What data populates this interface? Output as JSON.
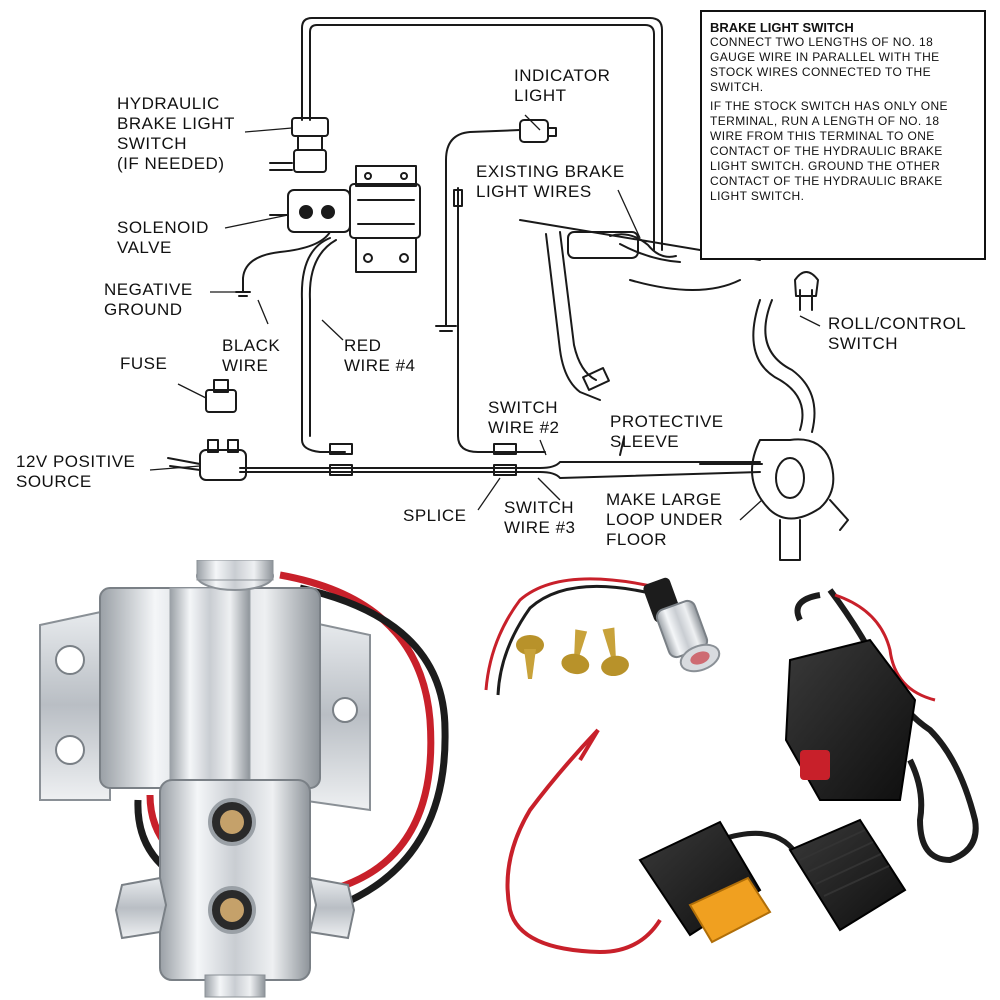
{
  "diagram": {
    "labels": {
      "hydraulic_switch": "HYDRAULIC\nBRAKE LIGHT\nSWITCH\n(IF NEEDED)",
      "solenoid_valve": "SOLENOID\nVALVE",
      "negative_ground": "NEGATIVE\nGROUND",
      "black_wire": "BLACK\nWIRE",
      "red_wire": "RED\nWIRE #4",
      "fuse": "FUSE",
      "positive_source": "12V POSITIVE\nSOURCE",
      "splice": "SPLICE",
      "indicator_light": "INDICATOR\nLIGHT",
      "existing_brake_wires": "EXISTING BRAKE\nLIGHT WIRES",
      "switch_wire_2": "SWITCH\nWIRE #2",
      "switch_wire_3": "SWITCH\nWIRE #3",
      "protective_sleeve": "PROTECTIVE\nSLEEVE",
      "make_large_loop": "MAKE LARGE\nLOOP UNDER\nFLOOR",
      "roll_control_switch": "ROLL/CONTROL\nSWITCH"
    },
    "note": {
      "title": "BRAKE LIGHT SWITCH",
      "paragraph_1": "CONNECT TWO LENGTHS OF NO. 18 GAUGE WIRE IN PARALLEL WITH THE STOCK WIRES CONNECTED TO THE SWITCH.",
      "paragraph_2": "IF THE STOCK SWITCH HAS ONLY ONE TERMINAL, RUN A LENGTH OF NO. 18 WIRE FROM THIS TERMINAL TO ONE CONTACT OF THE HYDRAULIC BRAKE LIGHT SWITCH. GROUND THE OTHER CONTACT OF THE HYDRAULIC BRAKE LIGHT SWITCH."
    }
  },
  "colors": {
    "line": "#1a1a1a",
    "red_wire": "#c8202a",
    "chrome": "#d9dce0",
    "black_part": "#1c1c1c",
    "fuse_amber": "#f0a020"
  }
}
